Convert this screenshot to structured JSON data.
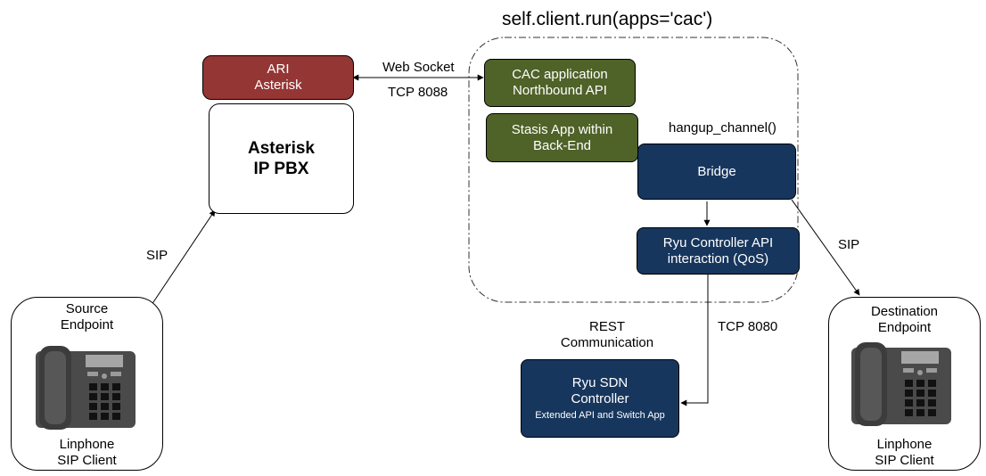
{
  "title": "self.client.run(apps='cac')",
  "ari": {
    "line1": "ARI",
    "line2": "Asterisk"
  },
  "pbx": {
    "line1": "Asterisk",
    "line2": "IP PBX"
  },
  "websocket": "Web Socket",
  "tcp8088": "TCP 8088",
  "cac": {
    "line1": "CAC application",
    "line2": "Northbound API"
  },
  "stasis": {
    "line1": "Stasis App within",
    "line2": "Back-End"
  },
  "hangup": "hangup_channel()",
  "bridge": "Bridge",
  "ryu_api": {
    "line1": "Ryu Controller API",
    "line2": "interaction (QoS)"
  },
  "sip_left": "SIP",
  "sip_right": "SIP",
  "rest": {
    "line1": "REST",
    "line2": "Communication"
  },
  "tcp8080": "TCP 8080",
  "ryu_sdn": {
    "line1": "Ryu SDN",
    "line2": "Controller",
    "line3": "Extended API and Switch App"
  },
  "source": {
    "top1": "Source",
    "top2": "Endpoint",
    "bottom1": "Linphone",
    "bottom2": "SIP Client"
  },
  "destination": {
    "top1": "Destination",
    "top2": "Endpoint",
    "bottom1": "Linphone",
    "bottom2": "SIP Client"
  },
  "colors": {
    "ari_red": "#943634",
    "app_green": "#4f6228",
    "navy": "#17365d",
    "phone_dark": "#4a4a4a",
    "phone_screen": "#a6a6a6"
  }
}
